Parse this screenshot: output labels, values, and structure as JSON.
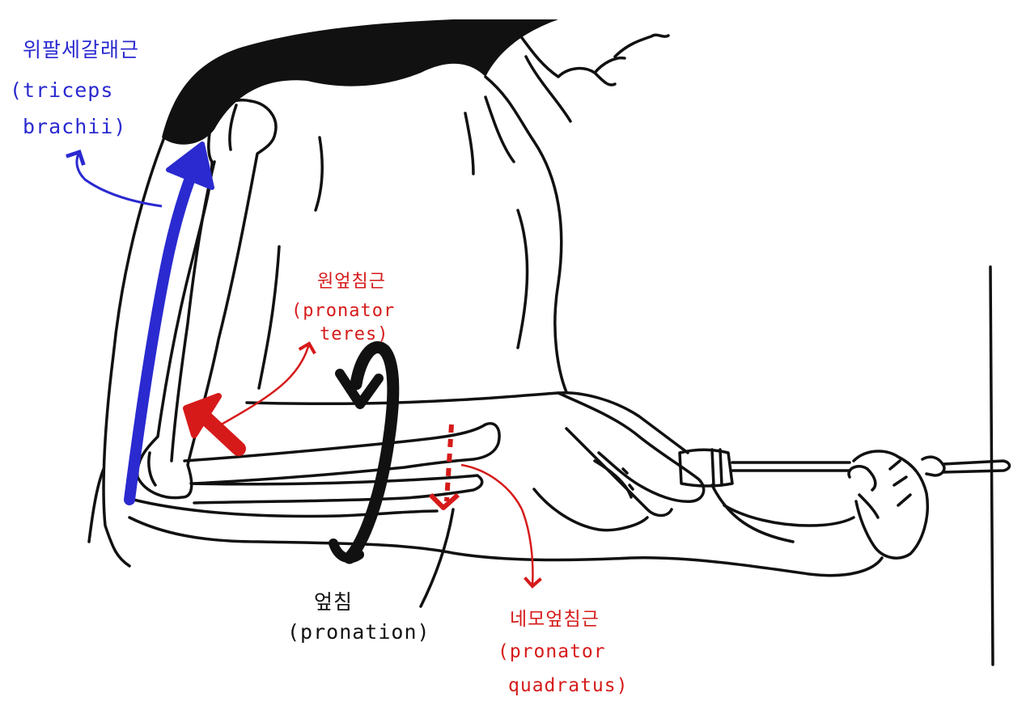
{
  "colors": {
    "triceps": "#2a2ad0",
    "pronator": "#d61a1a",
    "pronation": "#111111"
  },
  "labels": {
    "triceps": {
      "ko": "위팔세갈래근",
      "en1": "(triceps",
      "en2": "brachii)"
    },
    "pronator_teres": {
      "ko": "원엎침근",
      "en1": "(pronator",
      "en2": "teres)"
    },
    "pronation": {
      "ko": "엎침",
      "en": "(pronation)"
    },
    "pronator_quadratus": {
      "ko": "네모엎침근",
      "en1": "(pronator",
      "en2": "quadratus)"
    }
  }
}
